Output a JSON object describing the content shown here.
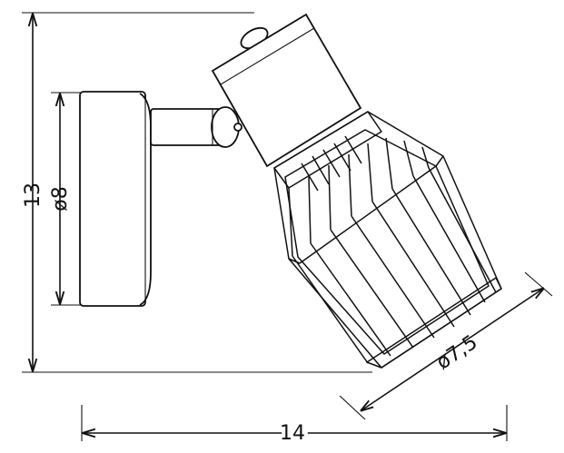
{
  "dimensions": {
    "height_total": "13",
    "base_diameter": "ø8",
    "shade_diameter": "ø7,5",
    "width_total": "14"
  }
}
